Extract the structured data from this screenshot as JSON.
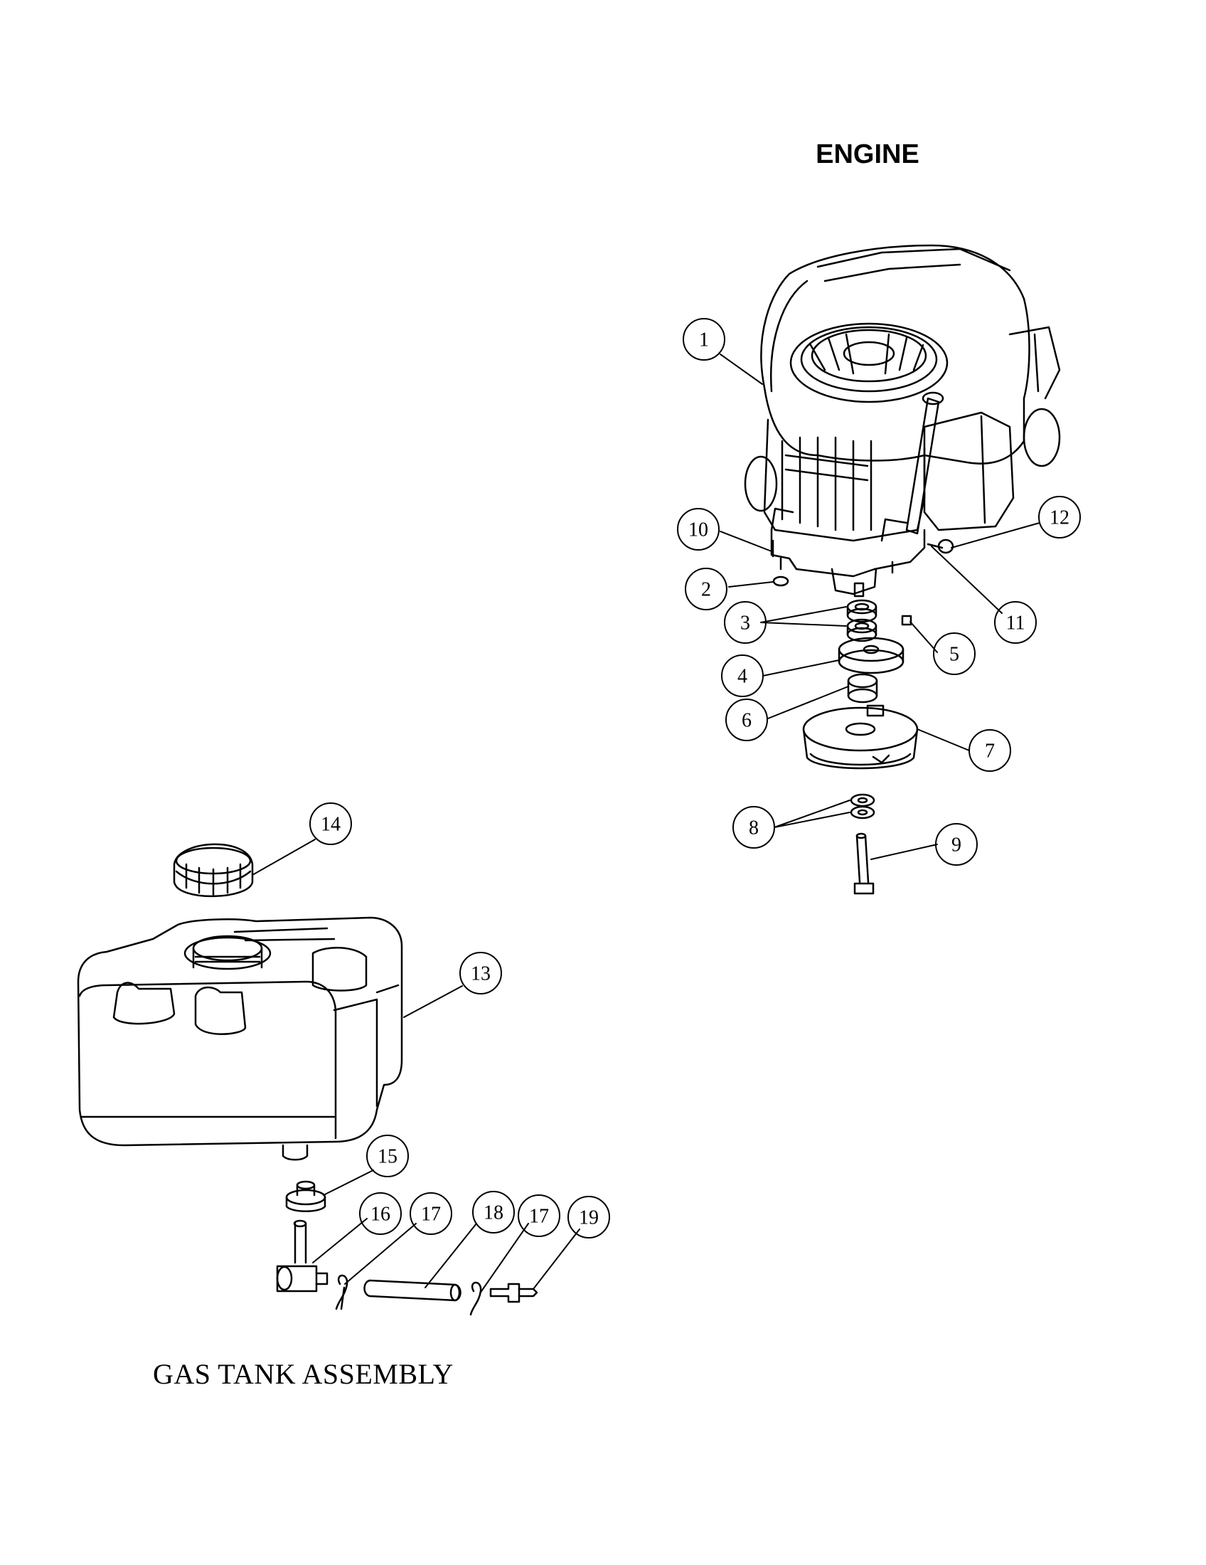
{
  "titles": {
    "engine": "ENGINE",
    "gas_tank": "GAS TANK ASSEMBLY"
  },
  "callouts": {
    "c1": "1",
    "c2": "2",
    "c3": "3",
    "c4": "4",
    "c5": "5",
    "c6": "6",
    "c7": "7",
    "c8": "8",
    "c9": "9",
    "c10": "10",
    "c11": "11",
    "c12": "12",
    "c13": "13",
    "c14": "14",
    "c15": "15",
    "c16": "16",
    "c17a": "17",
    "c18": "18",
    "c17b": "17",
    "c19": "19"
  }
}
